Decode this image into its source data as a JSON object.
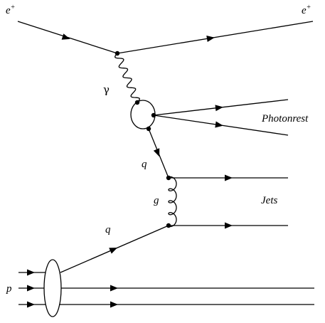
{
  "labels": {
    "positron_in": "e",
    "positron_in_charge": "+",
    "positron_out": "e",
    "positron_out_charge": "+",
    "photon": "γ",
    "photon_remnant": "Photonrest",
    "quark_upper": "q",
    "quark_lower": "q",
    "gluon": "g",
    "jets": "Jets",
    "proton": "p"
  }
}
